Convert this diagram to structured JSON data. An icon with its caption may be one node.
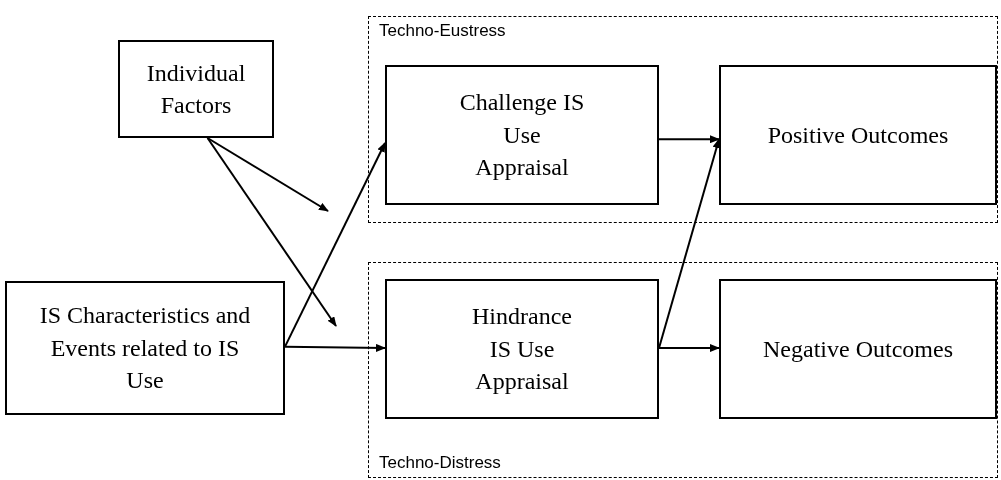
{
  "diagram": {
    "nodes": [
      {
        "text": [
          "Individual Factors"
        ]
      },
      {
        "text": [
          "IS Characteristics and Events related to IS Use"
        ]
      },
      {
        "text": [
          "Techno-Eustress"
        ]
      },
      {
        "text": [
          "Challenge IS Use Appraisal"
        ],
        "in": 2
      },
      {
        "text": [
          "Positive Outcomes"
        ],
        "in": 2
      },
      {
        "text": [
          "Techno-Distress"
        ]
      },
      {
        "text": [
          "Hindrance IS Use Appraisal"
        ],
        "in": 5
      },
      {
        "text": [
          "Negative Outcomes"
        ],
        "in": 5
      }
    ],
    "edges": [
      {
        "from": 0,
        "to": null,
        "arrow": "to"
      },
      {
        "from": 0,
        "to": null,
        "arrow": "to"
      },
      {
        "from": 1,
        "to": 3,
        "arrow": "to"
      },
      {
        "from": 1,
        "to": 6,
        "arrow": "to"
      },
      {
        "from": 3,
        "to": 4,
        "arrow": "to"
      },
      {
        "from": 6,
        "to": 4,
        "arrow": "to"
      },
      {
        "from": 6,
        "to": 7,
        "arrow": "to"
      }
    ]
  }
}
